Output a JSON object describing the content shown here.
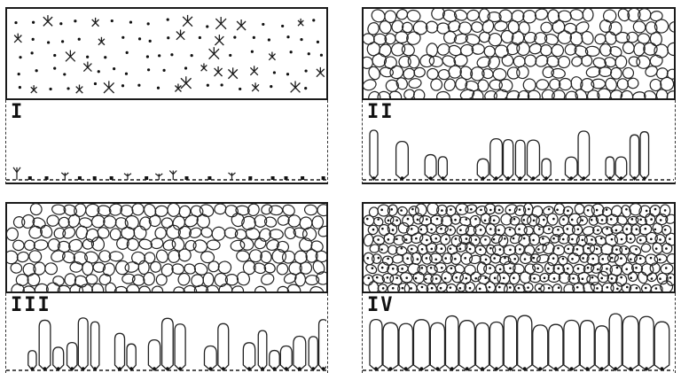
{
  "panels": [
    {
      "id": "I",
      "label": "I",
      "top_view": "sparse-dots",
      "side_view": "sparse-sprouts"
    },
    {
      "id": "II",
      "label": "II",
      "top_view": "cells",
      "side_view": "partial-columns"
    },
    {
      "id": "III",
      "label": "III",
      "top_view": "cells",
      "side_view": "partial-columns"
    },
    {
      "id": "IV",
      "label": "IV",
      "top_view": "dense-cells-nucleated",
      "side_view": "dense-columns"
    }
  ]
}
